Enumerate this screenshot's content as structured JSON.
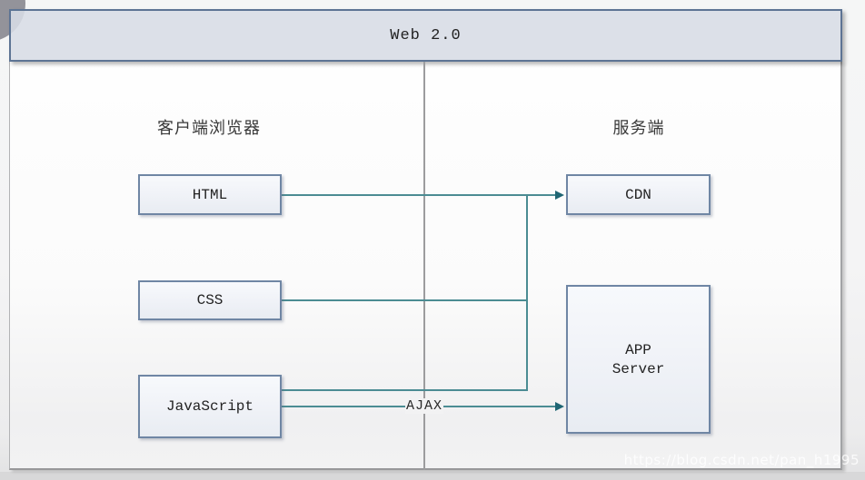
{
  "header": {
    "title": "Web 2.0"
  },
  "sections": {
    "client": {
      "label": "客户端浏览器"
    },
    "server": {
      "label": "服务端"
    }
  },
  "nodes": {
    "html": {
      "label": "HTML"
    },
    "css": {
      "label": "CSS"
    },
    "javascript": {
      "label": "JavaScript"
    },
    "cdn": {
      "label": "CDN"
    },
    "app_server": {
      "line1": "APP",
      "line2": "Server"
    }
  },
  "connections": {
    "ajax_label": "AJAX",
    "html_to_cdn": "HTML -> CDN",
    "css_to_cdn": "CSS -> CDN",
    "javascript_to_cdn": "JavaScript -> CDN",
    "javascript_to_app_server": "JavaScript -AJAX-> APP Server"
  },
  "colors": {
    "connector": "#4b8c93",
    "arrowhead": "#1f6573",
    "node_border": "#6f86a4",
    "node_fill": "#f1f3f8",
    "header_fill": "#d8dde6",
    "header_border": "#5d7494",
    "divider": "#9c9c9e"
  },
  "watermark": {
    "text": "https://blog.csdn.net/pan_h1995"
  }
}
